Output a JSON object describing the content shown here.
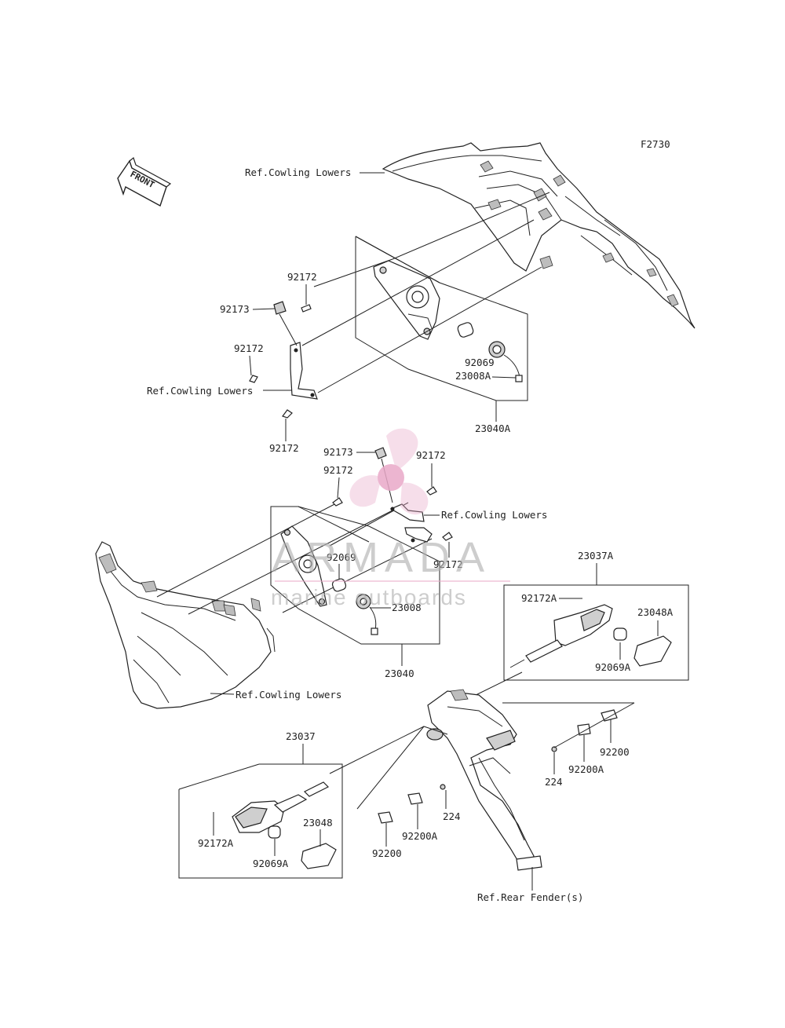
{
  "figure_code": "F2730",
  "front_arrow": "FRONT",
  "watermark": {
    "brand": "ARMADA",
    "tagline": "marine outboards",
    "pink": "#e6a2c4",
    "grey": "#a8a8a8"
  },
  "labels": {
    "ref_cowling_lowers": "Ref.Cowling Lowers",
    "ref_rear_fender": "Ref.Rear Fender(s)",
    "p92172": "92172",
    "p92173": "92173",
    "p92069": "92069",
    "p23008A": "23008A",
    "p23040A": "23040A",
    "p23008": "23008",
    "p23040": "23040",
    "p23037A": "23037A",
    "p92172A": "92172A",
    "p23048A": "23048A",
    "p92069A": "92069A",
    "p92200": "92200",
    "p92200A": "92200A",
    "p224": "224",
    "p23037": "23037",
    "p23048": "23048"
  }
}
